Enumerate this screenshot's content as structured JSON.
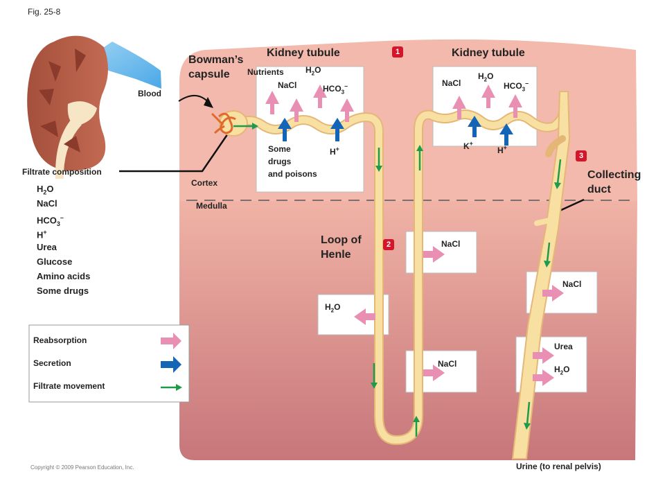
{
  "figure_label": "Fig. 25-8",
  "colors": {
    "cortex_bg": "#f3b9ac",
    "medulla_bg_top": "#f0b3a6",
    "medulla_bg_bottom": "#c7767a",
    "tubule_fill": "#f8dfa2",
    "reabsorption": "#ea8fb4",
    "secretion": "#1565b6",
    "filtrate": "#1e9a4a",
    "badge": "#d4152a"
  },
  "labels": {
    "blood": "Blood",
    "bowmans_capsule_line1": "Bowman’s",
    "bowmans_capsule_line2": "capsule",
    "kidney_tubule_1": "Kidney tubule",
    "kidney_tubule_2": "Kidney tubule",
    "cortex": "Cortex",
    "medulla": "Medulla",
    "loop_line1": "Loop of",
    "loop_line2": "Henle",
    "collecting_line1": "Collecting",
    "collecting_line2": "duct",
    "urine": "Urine (to renal pelvis)",
    "copyright": "Copyright © 2009 Pearson Education, Inc."
  },
  "badges": [
    "1",
    "2",
    "3"
  ],
  "box1": {
    "nutrients": "Nutrients",
    "h2o_base": "H",
    "h2o_sub": "2",
    "h2o_tail": "O",
    "nacl": "NaCl",
    "hco3_base": "HCO",
    "hco3_sub": "3",
    "hco3_sup": "–",
    "drugs_line1": "Some",
    "drugs_line2": "drugs",
    "drugs_line3": "and poisons",
    "h_base": "H",
    "h_sup": "+"
  },
  "box2": {
    "nacl": "NaCl",
    "h2o_base": "H",
    "h2o_sub": "2",
    "h2o_tail": "O",
    "hco3_base": "HCO",
    "hco3_sub": "3",
    "hco3_sup": "–",
    "k_base": "K",
    "k_sup": "+",
    "h_base": "H",
    "h_sup": "+"
  },
  "loop_boxes": {
    "nacl_upper": "NaCl",
    "h2o_base": "H",
    "h2o_sub": "2",
    "h2o_tail": "O",
    "nacl_lower": "NaCl"
  },
  "duct_boxes": {
    "nacl": "NaCl",
    "urea": "Urea",
    "h2o_base": "H",
    "h2o_sub": "2",
    "h2o_tail": "O"
  },
  "filtrate_composition": {
    "title": "Filtrate composition",
    "items": [
      "H2O",
      "NaCl",
      "HCO3–",
      "H+",
      "Urea",
      "Glucose",
      "Amino acids",
      "Some drugs"
    ]
  },
  "legend": {
    "reabsorption": "Reabsorption",
    "secretion": "Secretion",
    "filtrate_movement": "Filtrate movement"
  }
}
